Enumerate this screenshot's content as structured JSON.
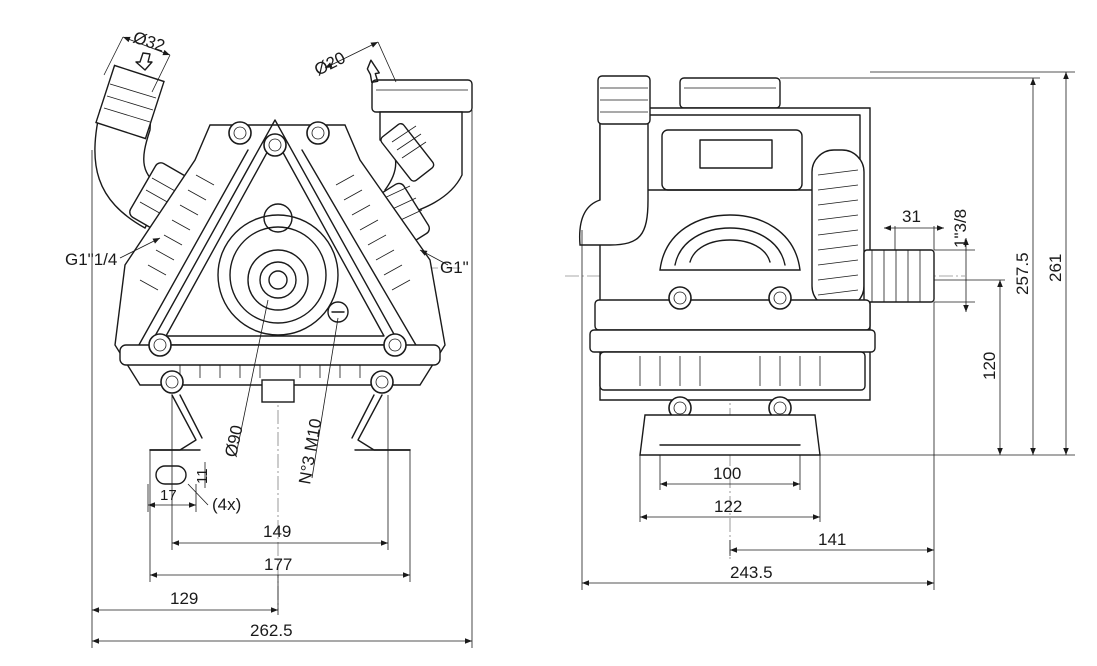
{
  "front_view": {
    "dims": {
      "inlet_diameter": "Ø32",
      "outlet_diameter": "Ø20",
      "inlet_thread": "G1\"1/4",
      "outlet_thread": "G1\"",
      "shaft_diameter": "Ø90",
      "mount_holes": "N°3 M10",
      "slot_height": "11",
      "slot_width": "17",
      "slot_count": "(4x)",
      "feet_inner": "149",
      "feet_outer": "177",
      "center_offset": "129",
      "total_width": "262.5"
    }
  },
  "side_view": {
    "dims": {
      "shaft_length": "31",
      "shaft_thread": "1\"3/8",
      "shaft_height": "120",
      "height_to_cap": "257.5",
      "total_height": "261",
      "base_inner": "100",
      "base_outer": "122",
      "shaft_offset": "141",
      "total_depth": "243.5"
    }
  },
  "colors": {
    "line": "#1a1a1a",
    "background": "#ffffff"
  }
}
